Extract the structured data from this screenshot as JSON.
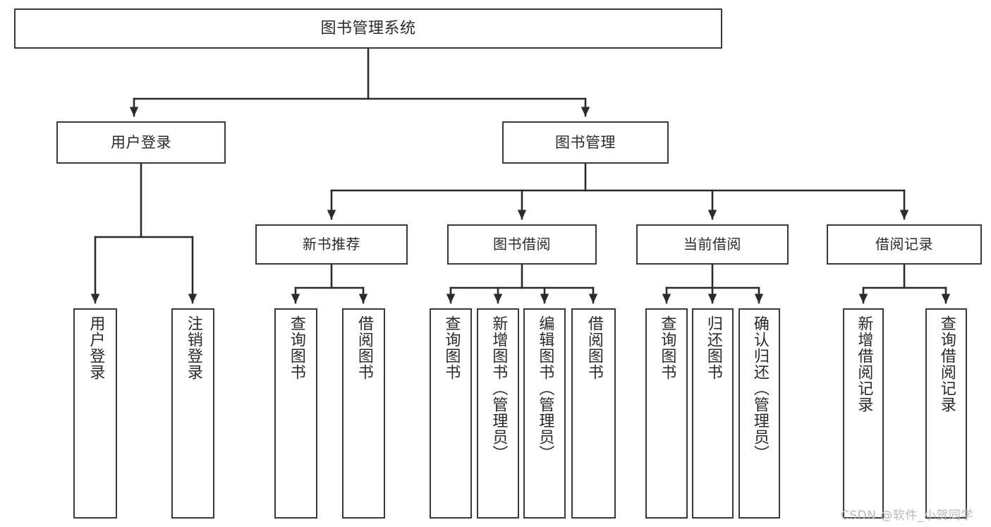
{
  "diagram": {
    "title": "图书管理系统",
    "type": "tree-hierarchy-diagram",
    "colors": {
      "box_border": "#3a3a3a",
      "box_fill": "#ffffff",
      "connector": "#2b2b2b",
      "text": "#2a2a2a",
      "watermark": "#b9b9b9",
      "background": "#ffffff"
    },
    "root": {
      "label": "图书管理系统"
    },
    "level1": [
      {
        "id": "user-login",
        "label": "用户登录"
      },
      {
        "id": "book-management",
        "label": "图书管理"
      }
    ],
    "level2": [
      {
        "id": "new-book-recommend",
        "label": "新书推荐",
        "parent": "book-management"
      },
      {
        "id": "book-borrow",
        "label": "图书借阅",
        "parent": "book-management"
      },
      {
        "id": "current-borrow",
        "label": "当前借阅",
        "parent": "book-management"
      },
      {
        "id": "borrow-record",
        "label": "借阅记录",
        "parent": "book-management"
      }
    ],
    "leaves": [
      {
        "id": "leaf-user-login",
        "label": "用户登录",
        "parent": "user-login"
      },
      {
        "id": "leaf-logout-login",
        "label": "注销登录",
        "parent": "user-login"
      },
      {
        "id": "leaf-query-book-1",
        "label": "查询图书",
        "parent": "new-book-recommend"
      },
      {
        "id": "leaf-borrow-book-1",
        "label": "借阅图书",
        "parent": "new-book-recommend"
      },
      {
        "id": "leaf-query-book-2",
        "label": "查询图书",
        "parent": "book-borrow"
      },
      {
        "id": "leaf-add-book",
        "label": "新增图书（管理员）",
        "parent": "book-borrow"
      },
      {
        "id": "leaf-edit-book",
        "label": "编辑图书（管理员）",
        "parent": "book-borrow"
      },
      {
        "id": "leaf-borrow-book-2",
        "label": "借阅图书",
        "parent": "book-borrow"
      },
      {
        "id": "leaf-query-book-3",
        "label": "查询图书",
        "parent": "current-borrow"
      },
      {
        "id": "leaf-return-book",
        "label": "归还图书",
        "parent": "current-borrow"
      },
      {
        "id": "leaf-confirm-return",
        "label": "确认归还（管理员）",
        "parent": "current-borrow"
      },
      {
        "id": "leaf-add-record",
        "label": "新增借阅记录",
        "parent": "borrow-record"
      },
      {
        "id": "leaf-query-record",
        "label": "查询借阅记录",
        "parent": "borrow-record"
      }
    ],
    "watermark": "CSDN @软件_小贺同学"
  }
}
